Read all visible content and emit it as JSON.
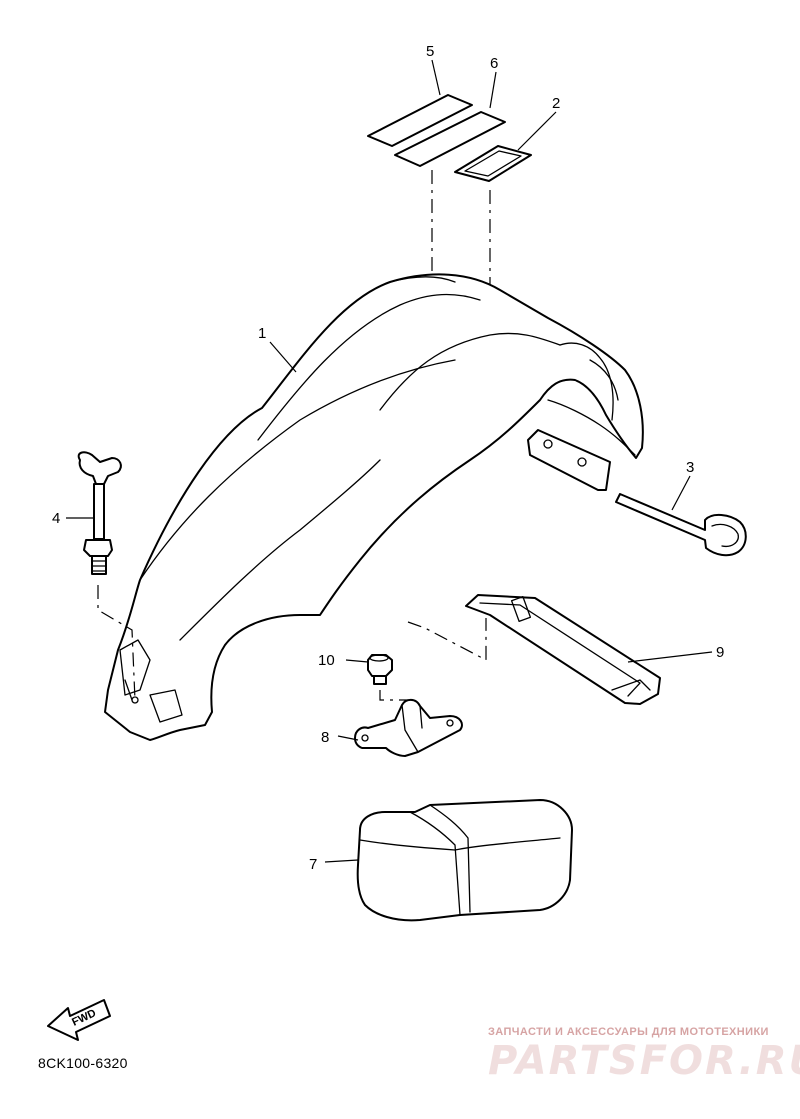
{
  "callouts": {
    "c1": "1",
    "c2": "2",
    "c3": "3",
    "c4": "4",
    "c5": "5",
    "c6": "6",
    "c7": "7",
    "c8": "8",
    "c9": "9",
    "c10": "10"
  },
  "fwd_label": "FWD",
  "diagram_code": "8CK100-6320",
  "watermark": {
    "subtitle": "ЗАПЧАСТИ И АКСЕССУАРЫ ДЛЯ МОТОТЕХНИКИ",
    "logo": "PARTSFOR.RU",
    "color": "#d6a3a3"
  }
}
